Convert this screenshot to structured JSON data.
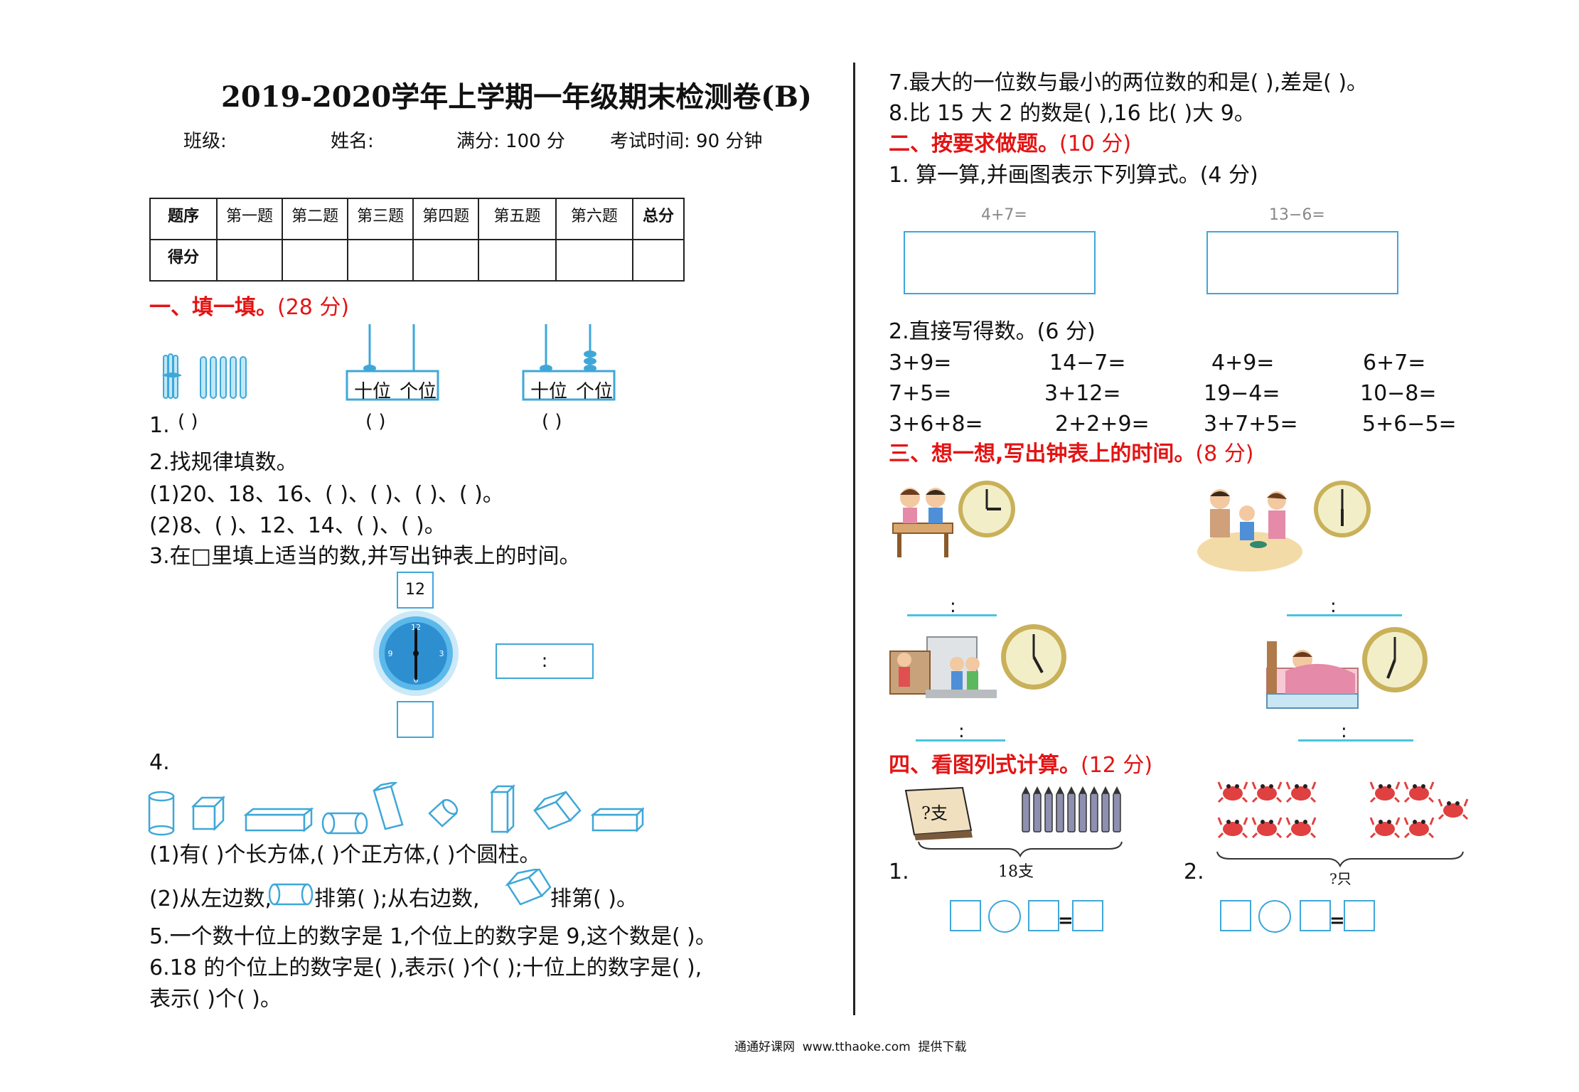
{
  "header": {
    "title": "2019-2020学年上学期一年级期末检测卷(B)",
    "class_label": "班级:",
    "name_label": "姓名:",
    "full_score": "满分: 100 分",
    "exam_time": "考试时间: 90 分钟"
  },
  "score_table": {
    "headers": [
      "题序",
      "第一题",
      "第二题",
      "第三题",
      "第四题",
      "第五题",
      "第六题",
      "总分"
    ],
    "row_label": "得分"
  },
  "section1": {
    "title": "一、填一填。",
    "points": "(28 分)",
    "abacus_labels": [
      "十位",
      "个位"
    ],
    "q1_num": "1.",
    "blank_paren": "(      )",
    "q2": "2.找规律填数。",
    "q2_1": "(1)20、18、16、(        )、(        )、(        )、(        )。",
    "q2_2": "(2)8、(        )、12、14、(        )、(        )。",
    "q3": "3.在□里填上适当的数,并写出钟表上的时间。",
    "q3_top_box": "12",
    "q3_colon": ":",
    "q4_num": "4.",
    "q4_1": "(1)有(        )个长方体,(        )个正方体,(        )个圆柱。",
    "q4_2a": "(2)从左边数,",
    "q4_2b": "排第(        );从右边数,",
    "q4_2c": "排第(        )。",
    "q5": "5.一个数十位上的数字是 1,个位上的数字是 9,这个数是(        )。",
    "q6a": "6.18 的个位上的数字是(        ),表示(        )个(        );十位上的数字是(        ),",
    "q6b": "表示(        )个(        )。"
  },
  "right": {
    "q7": "7.最大的一位数与最小的两位数的和是(        ),差是(        )。",
    "q8": "8.比 15 大 2 的数是(        ),16 比(        )大 9。"
  },
  "section2": {
    "title": "二、按要求做题。",
    "points": "(10 分)",
    "q1": "1. 算一算,并画图表示下列算式。(4 分)",
    "expr1": "4+7=",
    "expr2": "13−6=",
    "q2": "2.直接写得数。(6 分)",
    "calc": [
      [
        "3+9=",
        "14−7=",
        "4+9=",
        "6+7="
      ],
      [
        "7+5=",
        "3+12=",
        "19−4=",
        "10−8="
      ],
      [
        "3+6+8=",
        "2+2+9=",
        "3+7+5=",
        "5+6−5="
      ]
    ]
  },
  "section3": {
    "title": "三、想一想,写出钟表上的时间。",
    "points": "(8 分)",
    "colon": ":"
  },
  "section4": {
    "title": "四、看图列式计算。",
    "points": "(12 分)",
    "book_label": "?支",
    "q1_num": "1.",
    "q1_total": "18支",
    "q2_num": "2.",
    "q2_total": "?只",
    "equals": "="
  },
  "footer": {
    "text": "通通好课网  www.tthaoke.com  提供下载"
  },
  "colors": {
    "section_red": "#e31414",
    "box_blue": "#3fa7d8",
    "clock_blue": "#5bb8ea",
    "clock_yellow": "#e8e6a8"
  }
}
